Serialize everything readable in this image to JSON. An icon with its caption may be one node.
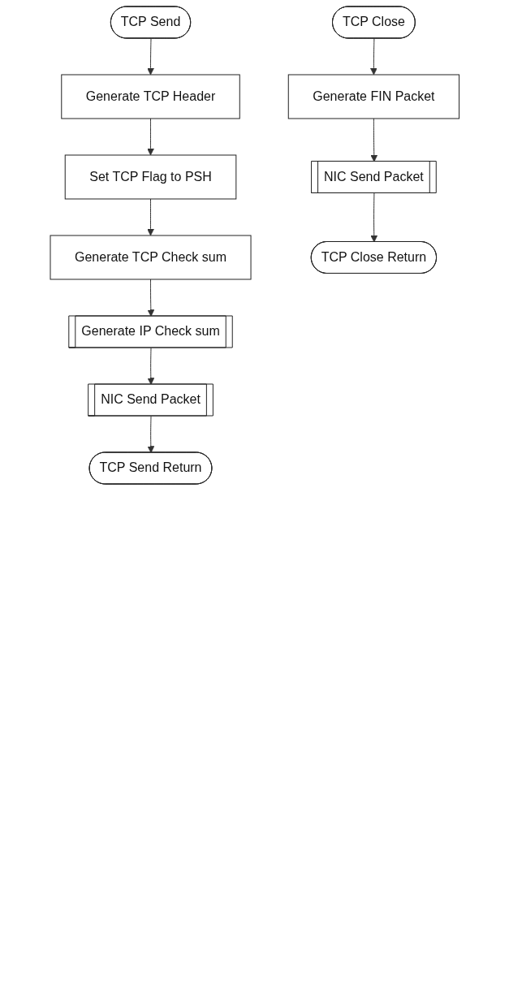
{
  "diagram": {
    "nodes": [
      {
        "text": [
          "TCP Send"
        ]
      },
      {
        "text": [
          "Generate TCP Header"
        ]
      },
      {
        "text": [
          "Set TCP Flag to PSH"
        ]
      },
      {
        "text": [
          "Generate TCP Check sum"
        ]
      },
      {
        "text": [
          "Generate IP Check sum"
        ]
      },
      {
        "text": [
          "NIC Send Packet"
        ]
      },
      {
        "text": [
          "TCP Send Return"
        ]
      },
      {
        "text": [
          "TCP Close"
        ]
      },
      {
        "text": [
          "Generate FIN Packet"
        ]
      },
      {
        "text": [
          "NIC Send Packet"
        ]
      },
      {
        "text": [
          "TCP Close Return"
        ]
      }
    ],
    "edges": [
      {
        "from": 0,
        "to": 1,
        "arrow": "to"
      },
      {
        "from": 1,
        "to": 2,
        "arrow": "to"
      },
      {
        "from": 2,
        "to": 3,
        "arrow": "to"
      },
      {
        "from": 3,
        "to": 4,
        "arrow": "to"
      },
      {
        "from": 4,
        "to": 5,
        "arrow": "to"
      },
      {
        "from": 5,
        "to": 6,
        "arrow": "to"
      },
      {
        "from": 7,
        "to": 8,
        "arrow": "to"
      },
      {
        "from": 8,
        "to": 9,
        "arrow": "to"
      },
      {
        "from": 9,
        "to": 10,
        "arrow": "to"
      }
    ]
  }
}
